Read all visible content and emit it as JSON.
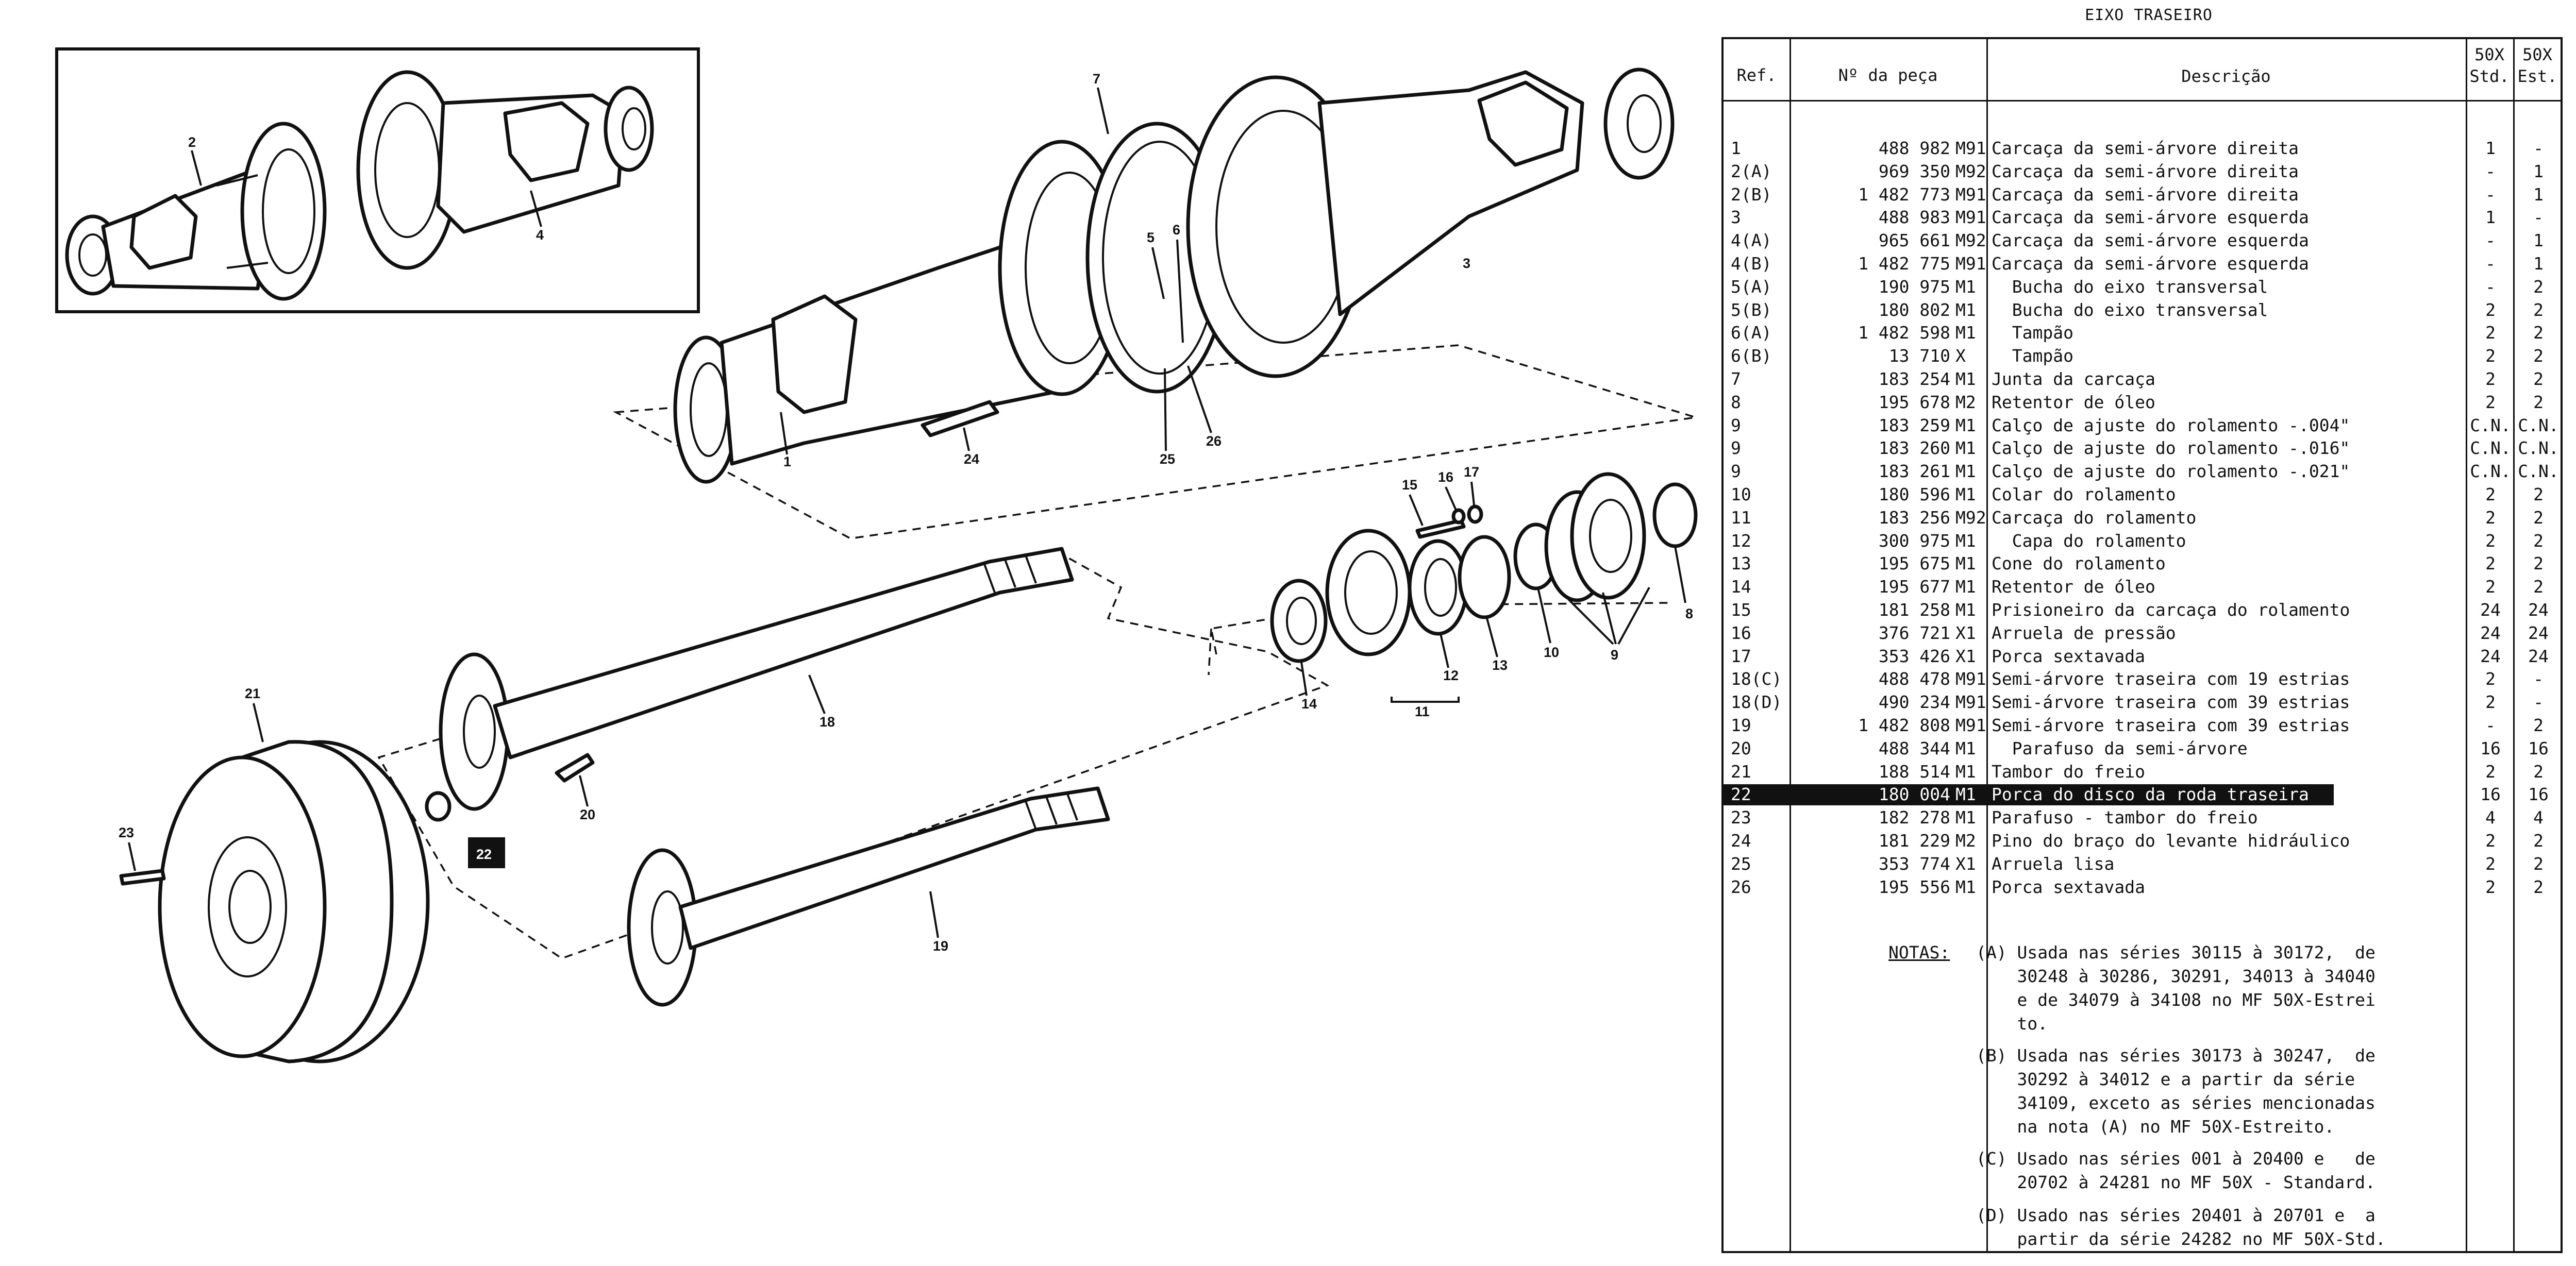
{
  "title": "EIXO TRASEIRO",
  "header": {
    "ref": "Ref.",
    "part_no": "Nº da peça",
    "description": "Descrição",
    "std_line1": "50X",
    "std_line2": "Std.",
    "est_line1": "50X",
    "est_line2": "Est."
  },
  "rows": [
    {
      "ref": "1",
      "num": "488 982",
      "suf": "M91",
      "desc": "Carcaça da semi-árvore direita",
      "std": "1",
      "est": "-"
    },
    {
      "ref": "2(A)",
      "num": "969 350",
      "suf": "M92",
      "desc": "Carcaça da semi-árvore direita",
      "std": "-",
      "est": "1"
    },
    {
      "ref": "2(B)",
      "num": "1 482 773",
      "suf": "M91",
      "desc": "Carcaça da semi-árvore direita",
      "std": "-",
      "est": "1"
    },
    {
      "ref": "3",
      "num": "488 983",
      "suf": "M91",
      "desc": "Carcaça da semi-árvore esquerda",
      "std": "1",
      "est": "-"
    },
    {
      "ref": "4(A)",
      "num": "965 661",
      "suf": "M92",
      "desc": "Carcaça da semi-árvore esquerda",
      "std": "-",
      "est": "1"
    },
    {
      "ref": "4(B)",
      "num": "1 482 775",
      "suf": "M91",
      "desc": "Carcaça da semi-árvore esquerda",
      "std": "-",
      "est": "1"
    },
    {
      "ref": "5(A)",
      "num": "190 975",
      "suf": "M1",
      "desc": "  Bucha do eixo transversal",
      "std": "-",
      "est": "2"
    },
    {
      "ref": "5(B)",
      "num": "180 802",
      "suf": "M1",
      "desc": "  Bucha do eixo transversal",
      "std": "2",
      "est": "2"
    },
    {
      "ref": "6(A)",
      "num": "1 482 598",
      "suf": "M1",
      "desc": "  Tampão",
      "std": "2",
      "est": "2"
    },
    {
      "ref": "6(B)",
      "num": "13 710",
      "suf": "X",
      "desc": "  Tampão",
      "std": "2",
      "est": "2"
    },
    {
      "ref": "7",
      "num": "183 254",
      "suf": "M1",
      "desc": "Junta da carcaça",
      "std": "2",
      "est": "2"
    },
    {
      "ref": "8",
      "num": "195 678",
      "suf": "M2",
      "desc": "Retentor de óleo",
      "std": "2",
      "est": "2"
    },
    {
      "ref": "9",
      "num": "183 259",
      "suf": "M1",
      "desc": "Calço de ajuste do rolamento -.004\"",
      "std": "C.N.",
      "est": "C.N."
    },
    {
      "ref": "9",
      "num": "183 260",
      "suf": "M1",
      "desc": "Calço de ajuste do rolamento -.016\"",
      "std": "C.N.",
      "est": "C.N."
    },
    {
      "ref": "9",
      "num": "183 261",
      "suf": "M1",
      "desc": "Calço de ajuste do rolamento -.021\"",
      "std": "C.N.",
      "est": "C.N."
    },
    {
      "ref": "10",
      "num": "180 596",
      "suf": "M1",
      "desc": "Colar do rolamento",
      "std": "2",
      "est": "2"
    },
    {
      "ref": "11",
      "num": "183 256",
      "suf": "M92",
      "desc": "Carcaça do rolamento",
      "std": "2",
      "est": "2"
    },
    {
      "ref": "12",
      "num": "300 975",
      "suf": "M1",
      "desc": "  Capa do rolamento",
      "std": "2",
      "est": "2"
    },
    {
      "ref": "13",
      "num": "195 675",
      "suf": "M1",
      "desc": "Cone do rolamento",
      "std": "2",
      "est": "2"
    },
    {
      "ref": "14",
      "num": "195 677",
      "suf": "M1",
      "desc": "Retentor de óleo",
      "std": "2",
      "est": "2"
    },
    {
      "ref": "15",
      "num": "181 258",
      "suf": "M1",
      "desc": "Prisioneiro da carcaça do rolamento",
      "std": "24",
      "est": "24"
    },
    {
      "ref": "16",
      "num": "376 721",
      "suf": "X1",
      "desc": "Arruela de pressão",
      "std": "24",
      "est": "24"
    },
    {
      "ref": "17",
      "num": "353 426",
      "suf": "X1",
      "desc": "Porca sextavada",
      "std": "24",
      "est": "24"
    },
    {
      "ref": "18(C)",
      "num": "488 478",
      "suf": "M91",
      "desc": "Semi-árvore traseira com 19 estrias",
      "std": "2",
      "est": "-"
    },
    {
      "ref": "18(D)",
      "num": "490 234",
      "suf": "M91",
      "desc": "Semi-árvore traseira com 39 estrias",
      "std": "2",
      "est": "-"
    },
    {
      "ref": "19",
      "num": "1 482 808",
      "suf": "M91",
      "desc": "Semi-árvore traseira com 39 estrias",
      "std": "-",
      "est": "2"
    },
    {
      "ref": "20",
      "num": "488 344",
      "suf": "M1",
      "desc": "  Parafuso da semi-árvore",
      "std": "16",
      "est": "16"
    },
    {
      "ref": "21",
      "num": "188 514",
      "suf": "M1",
      "desc": "Tambor do freio",
      "std": "2",
      "est": "2"
    },
    {
      "ref": "22",
      "num": "180 004",
      "suf": "M1",
      "desc": "Porca do disco da roda traseira",
      "std": "16",
      "est": "16",
      "highlight": true
    },
    {
      "ref": "23",
      "num": "182 278",
      "suf": "M1",
      "desc": "Parafuso - tambor do freio",
      "std": "4",
      "est": "4"
    },
    {
      "ref": "24",
      "num": "181 229",
      "suf": "M2",
      "desc": "Pino do braço do levante hidráulico",
      "std": "2",
      "est": "2"
    },
    {
      "ref": "25",
      "num": "353 774",
      "suf": "X1",
      "desc": "Arruela lisa",
      "std": "2",
      "est": "2"
    },
    {
      "ref": "26",
      "num": "195 556",
      "suf": "M1",
      "desc": "Porca sextavada",
      "std": "2",
      "est": "2"
    }
  ],
  "notes": {
    "label": "NOTAS:",
    "A": "(A) Usada nas séries 30115 à 30172,  de\n    30248 à 30286, 30291, 34013 à 34040\n    e de 34079 à 34108 no MF 50X-Estrei\n    to.",
    "B": "(B) Usada nas séries 30173 à 30247,  de\n    30292 à 34012 e a partir da série\n    34109, exceto as séries mencionadas\n    na nota (A) no MF 50X-Estreito.",
    "C": "(C) Usado nas séries 001 à 20400 e   de\n    20702 à 24281 no MF 50X - Standard.",
    "D": "(D) Usado nas séries 20401 à 20701 e  a\n    partir da série 24282 no MF 50X-Std."
  },
  "callouts": {
    "c1": "1",
    "c2": "2",
    "c3": "3",
    "c4": "4",
    "c5": "5",
    "c6": "6",
    "c7": "7",
    "c8": "8",
    "c9": "9",
    "c10": "10",
    "c11": "11",
    "c12": "12",
    "c13": "13",
    "c14": "14",
    "c15": "15",
    "c16": "16",
    "c17": "17",
    "c18": "18",
    "c19": "19",
    "c20": "20",
    "c21": "21",
    "c22": "22",
    "c23": "23",
    "c24": "24",
    "c25": "25",
    "c26": "26"
  }
}
